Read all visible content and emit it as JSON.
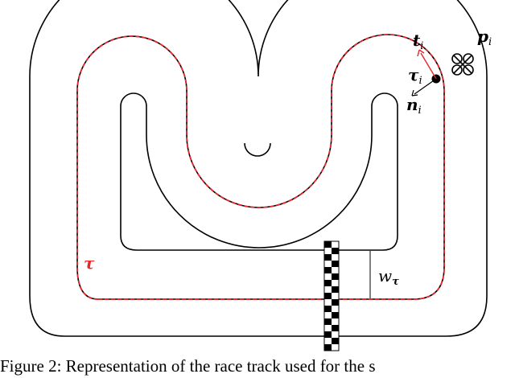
{
  "labels": {
    "tangent_symbol": "t",
    "tangent_subscript": "i",
    "point_symbol": "τ",
    "point_subscript": "i",
    "normal_symbol": "n",
    "normal_subscript": "i",
    "position_symbol": "p",
    "position_subscript": "i",
    "trajectory_symbol": "τ",
    "width_symbol": "w",
    "width_subscript": "τ"
  },
  "colors": {
    "track_line": "#000000",
    "trajectory": "#e8262a",
    "finish_dark": "#000000",
    "finish_light": "#ffffff"
  },
  "icons": {
    "drone": "quadrotor-icon"
  },
  "caption": {
    "text": "Figure 2: Representation of the race track used for the s"
  }
}
